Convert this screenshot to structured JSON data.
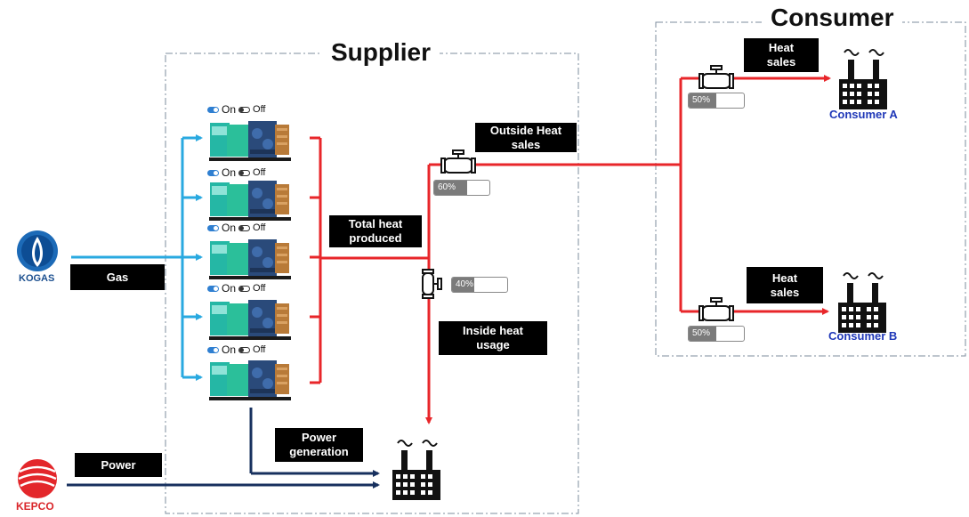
{
  "regions": {
    "supplier": "Supplier",
    "consumer": "Consumer"
  },
  "sources": {
    "kogas": "KOGAS",
    "kepco": "KEPCO"
  },
  "labels": {
    "gas": "Gas",
    "power": "Power",
    "total_heat": [
      "Total heat",
      "produced"
    ],
    "outside_heat": [
      "Outside Heat",
      "sales"
    ],
    "inside_heat": [
      "Inside heat",
      "usage"
    ],
    "power_generation": [
      "Power",
      "generation"
    ],
    "heat_sales_a": [
      "Heat",
      "sales"
    ],
    "heat_sales_b": [
      "Heat",
      "sales"
    ]
  },
  "generators": [
    {
      "on": "On",
      "off": "Off"
    },
    {
      "on": "On",
      "off": "Off"
    },
    {
      "on": "On",
      "off": "Off"
    },
    {
      "on": "On",
      "off": "Off"
    },
    {
      "on": "On",
      "off": "Off"
    }
  ],
  "valves": {
    "outside": {
      "label": "60%",
      "value": 0.6
    },
    "inside": {
      "label": "40%",
      "value": 0.4
    },
    "consumer_a": {
      "label": "50%",
      "value": 0.5
    },
    "consumer_b": {
      "label": "50%",
      "value": 0.5
    }
  },
  "consumers": {
    "a": "Consumer A",
    "b": "Consumer B"
  },
  "colors": {
    "gas": "#29a9e0",
    "heat": "#e8262a",
    "power": "#17305e",
    "border": "#7d8c9d",
    "consumer_text": "#1f38b8"
  },
  "icons": [
    "generator-icon",
    "valve-icon",
    "factory-icon",
    "kogas-logo",
    "kepco-logo"
  ]
}
